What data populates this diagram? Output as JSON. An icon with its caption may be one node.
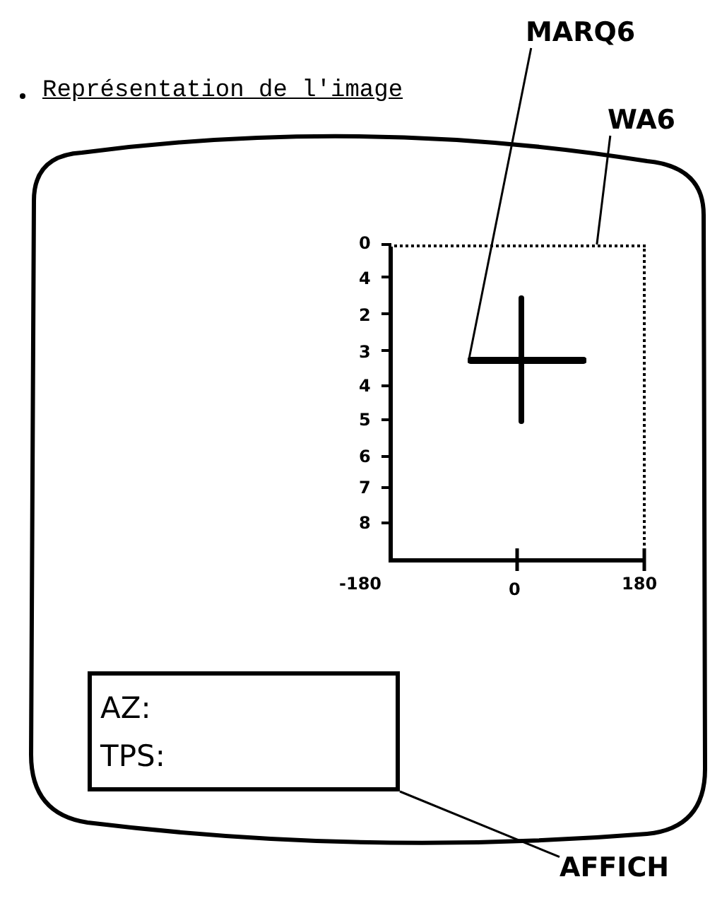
{
  "diagram": {
    "title": "Représentation de l'image",
    "nodes": [
      {
        "text": [],
        "shape": "box"
      },
      {
        "text": [
          "MARQ6"
        ]
      },
      {
        "text": [
          "WA6"
        ]
      },
      {
        "text": [
          "AFFICH"
        ]
      },
      {
        "text": [],
        "shape": "cross",
        "in": 5
      },
      {
        "text": [],
        "shape": "box",
        "in": 0
      },
      {
        "text": [
          "AZ:",
          "TPS:"
        ],
        "in": 0
      }
    ],
    "edges": [
      {
        "from": 1,
        "to": 4,
        "arrow": "none"
      },
      {
        "from": 2,
        "to": 5,
        "arrow": "none"
      },
      {
        "from": 3,
        "to": 6,
        "arrow": "none"
      }
    ],
    "labels": [
      "0",
      "4",
      "2",
      "3",
      "4",
      "5",
      "6",
      "7",
      "8",
      "-180",
      "0",
      "180"
    ]
  }
}
